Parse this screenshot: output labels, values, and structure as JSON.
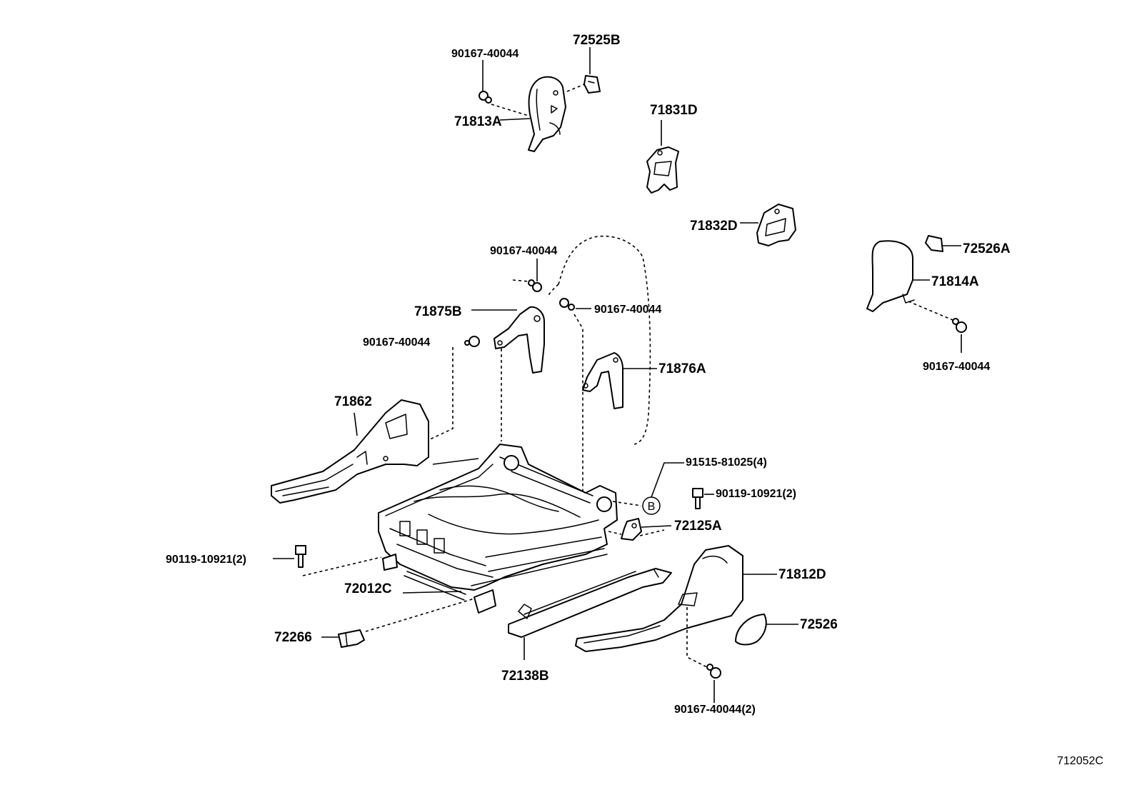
{
  "diagram_code": "712052C",
  "ref_marker": "B",
  "labels": {
    "p72525B": "72525B",
    "p90167_top": "90167-40044",
    "p71813A": "71813A",
    "p71831D": "71831D",
    "p71832D": "71832D",
    "p72526A": "72526A",
    "p71814A": "71814A",
    "p90167_right": "90167-40044",
    "p90167_mid_top": "90167-40044",
    "p71875B": "71875B",
    "p90167_mid_right": "90167-40044",
    "p90167_mid_left": "90167-40044",
    "p71876A": "71876A",
    "p71862": "71862",
    "p91515": "91515-81025(4)",
    "p90119_right": "90119-10921(2)",
    "p72125A": "72125A",
    "p90119_left": "90119-10921(2)",
    "p71812D": "71812D",
    "p72012C": "72012C",
    "p72526": "72526",
    "p72266": "72266",
    "p72138B": "72138B",
    "p90167_bottom": "90167-40044(2)"
  }
}
